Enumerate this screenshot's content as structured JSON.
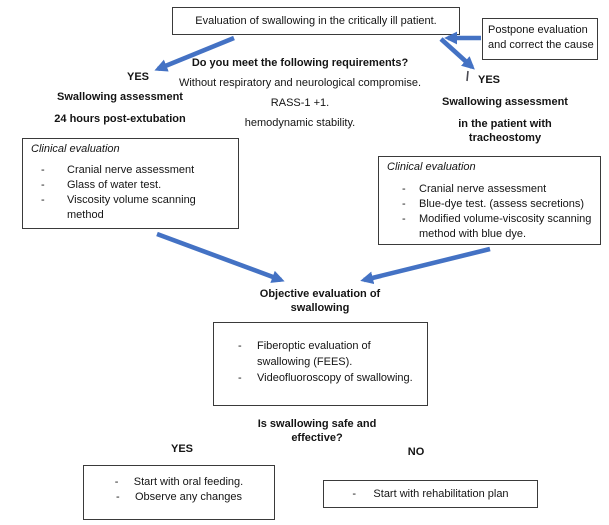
{
  "colors": {
    "arrow": "#4472C4",
    "border": "#3a3a3a",
    "text": "#141414",
    "background": "#ffffff"
  },
  "top": {
    "main_title": "Evaluation of swallowing in the critically ill patient.",
    "postpone_line1": "Postpone evaluation",
    "postpone_line2": "and correct the cause"
  },
  "requirements": {
    "title": "Do you meet the following requirements?",
    "line1": "Without respiratory and neurological compromise.",
    "line2": "RASS-1 +1.",
    "line3": "hemodynamic stability."
  },
  "left_branch": {
    "yes_label": "YES",
    "heading_line1": "Swallowing assessment",
    "heading_line2": "24 hours post-extubation",
    "clinical_title": "Clinical evaluation",
    "lines": [
      {
        "dash": true,
        "text": "Cranial nerve assessment"
      },
      {
        "dash": true,
        "text": "Glass of water test."
      },
      {
        "dash": true,
        "text": "Viscosity volume scanning"
      },
      {
        "dash": false,
        "text": "method"
      }
    ]
  },
  "right_branch": {
    "yes_label": "YES",
    "heading_line1": "Swallowing assessment",
    "heading_line2": "in the patient with",
    "heading_line3": "tracheostomy",
    "clinical_title": "Clinical evaluation",
    "lines": [
      {
        "dash": true,
        "text": "Cranial nerve assessment"
      },
      {
        "dash": true,
        "text": "Blue-dye test. (assess secretions)"
      },
      {
        "dash": true,
        "text": "Modified volume-viscosity scanning"
      },
      {
        "dash": false,
        "text": "method with blue dye."
      }
    ]
  },
  "objective": {
    "heading_line1": "Objective evaluation of",
    "heading_line2": "swallowing",
    "lines": [
      {
        "dash": true,
        "text": "Fiberoptic evaluation of"
      },
      {
        "dash": false,
        "text": "swallowing (FEES)."
      },
      {
        "dash": true,
        "text": "Videofluoroscopy of swallowing."
      }
    ]
  },
  "decision": {
    "question_line1": "Is swallowing safe and",
    "question_line2": "effective?",
    "yes_label": "YES",
    "no_label": "NO",
    "yes_lines": [
      {
        "dash": true,
        "text": "Start with oral feeding."
      },
      {
        "dash": true,
        "text": "Observe any changes"
      }
    ],
    "no_lines": [
      {
        "dash": true,
        "text": "Start with rehabilitation plan"
      }
    ]
  }
}
